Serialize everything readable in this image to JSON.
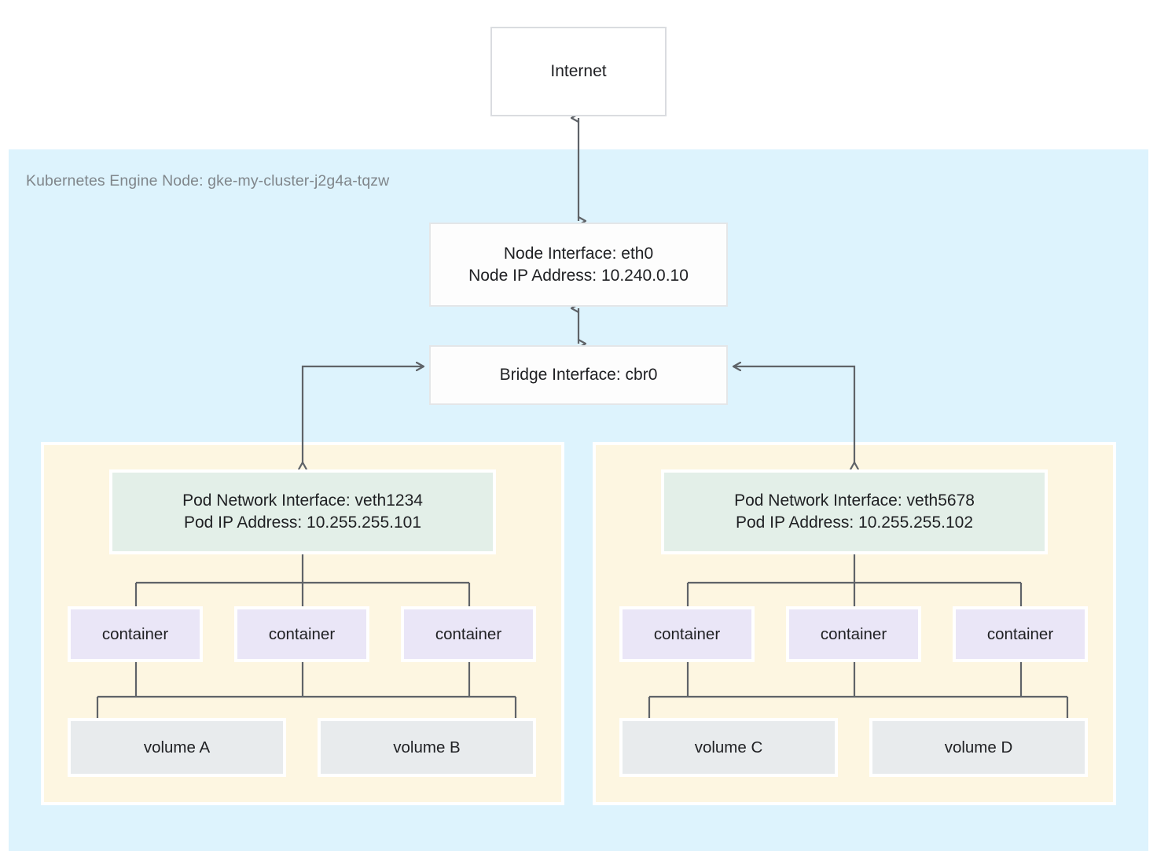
{
  "diagram": {
    "title_text": "Kubernetes Engine Node: gke-my-cluster-j2g4a-tqzw",
    "colors": {
      "node_region": "#ddf3fd",
      "pod_region": "#fdf6e1",
      "pod_network": "#e3efe8",
      "container": "#eae6f7",
      "volume": "#e8ebed",
      "connector": "#5f6368",
      "text": "#202124",
      "label_text": "#80868b",
      "box_border": "#dadce0"
    }
  },
  "internet": {
    "label": "Internet"
  },
  "node": {
    "label": "Kubernetes Engine Node: gke-my-cluster-j2g4a-tqzw",
    "interface": {
      "line1": "Node Interface: eth0",
      "line2": "Node IP Address: 10.240.0.10"
    },
    "bridge": {
      "label": "Bridge Interface: cbr0"
    }
  },
  "pods": [
    {
      "network": {
        "line1": "Pod Network Interface: veth1234",
        "line2": "Pod IP Address: 10.255.255.101"
      },
      "containers": [
        {
          "label": "container"
        },
        {
          "label": "container"
        },
        {
          "label": "container"
        }
      ],
      "volumes": [
        {
          "label": "volume A"
        },
        {
          "label": "volume B"
        }
      ]
    },
    {
      "network": {
        "line1": "Pod Network Interface: veth5678",
        "line2": "Pod IP Address: 10.255.255.102"
      },
      "containers": [
        {
          "label": "container"
        },
        {
          "label": "container"
        },
        {
          "label": "container"
        }
      ],
      "volumes": [
        {
          "label": "volume C"
        },
        {
          "label": "volume D"
        }
      ]
    }
  ]
}
